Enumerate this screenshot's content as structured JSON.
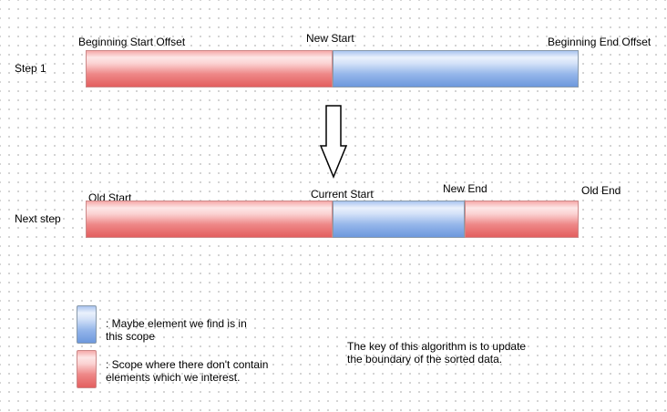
{
  "step1": {
    "row_label": "Step 1",
    "labels": {
      "beginning_start": "Beginning Start Offset",
      "new_start": "New Start",
      "beginning_end": "Beginning End Offset"
    }
  },
  "next_step": {
    "row_label": "Next step",
    "labels": {
      "old_start": "Old Start",
      "current_start": "Current Start",
      "new_end": "New End",
      "old_end": "Old End"
    }
  },
  "legend": {
    "blue_text": ":   Maybe element we find is in\nthis scope",
    "red_text": ":   Scope where there don't contain\nelements which we interest."
  },
  "note": "The key of this algorithm is to update\nthe boundary of the sorted data.",
  "colors": {
    "excluded_scope": "#e35f5f",
    "candidate_scope": "#6d98dd"
  }
}
